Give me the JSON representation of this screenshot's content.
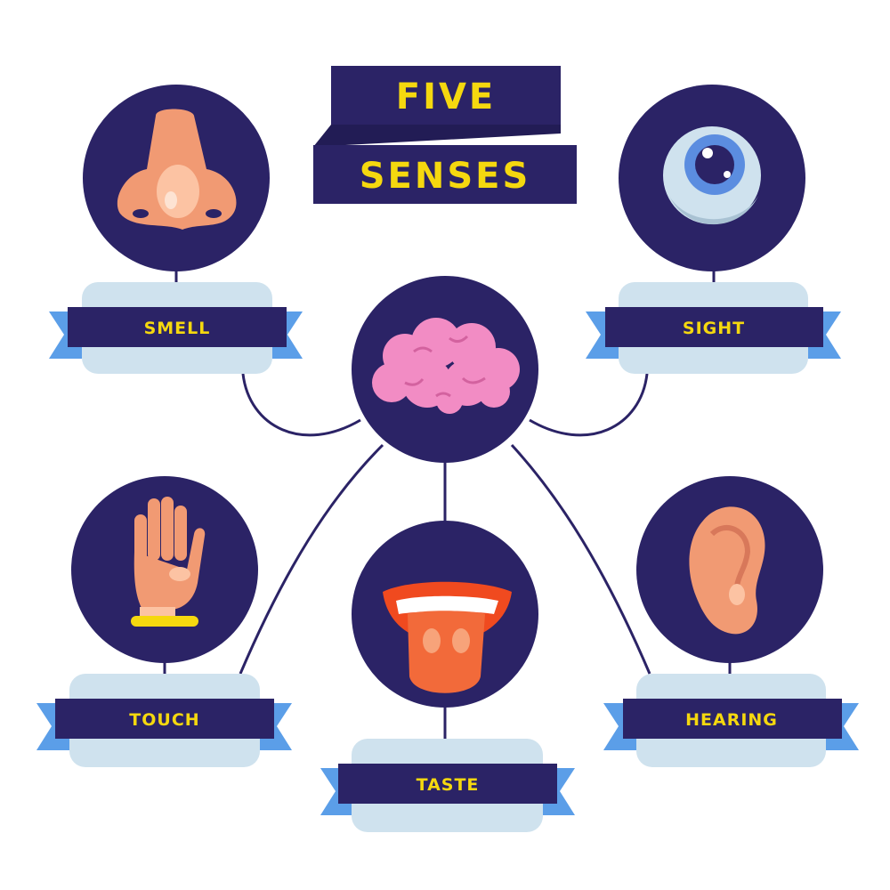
{
  "title": {
    "line1": "FIVE",
    "line2": "SENSES"
  },
  "center": {
    "name": "brain"
  },
  "senses": [
    {
      "label": "SMELL",
      "icon": "nose-icon"
    },
    {
      "label": "SIGHT",
      "icon": "eye-icon"
    },
    {
      "label": "TOUCH",
      "icon": "hand-icon"
    },
    {
      "label": "TASTE",
      "icon": "tongue-icon"
    },
    {
      "label": "HEARING",
      "icon": "ear-icon"
    }
  ],
  "colors": {
    "navy": "#2b2366",
    "yellow": "#f5d80f",
    "card": "#cfe2ee",
    "ribbon": "#5b9ee8"
  }
}
